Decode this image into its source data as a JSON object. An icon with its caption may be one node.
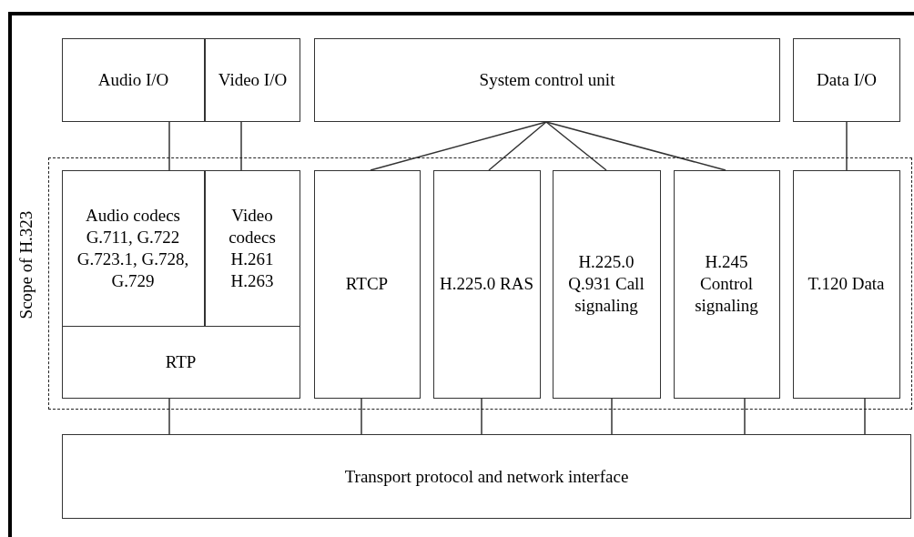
{
  "diagram": {
    "nodes": [
      {
        "text": [
          "Audio I/O"
        ]
      },
      {
        "text": [
          "Video I/O"
        ]
      },
      {
        "text": [
          "System control unit"
        ]
      },
      {
        "text": [
          "Data I/O"
        ]
      },
      {
        "text": [
          "Scope of H.323"
        ]
      },
      {
        "text": [
          "Audio codecs G.711, G.722 G.723.1, G.728, G.729"
        ],
        "in": 4
      },
      {
        "text": [
          "Video codecs H.261 H.263"
        ],
        "in": 4
      },
      {
        "text": [
          "RTP"
        ],
        "in": 4
      },
      {
        "text": [
          "RTCP"
        ],
        "in": 4
      },
      {
        "text": [
          "H.225.0 RAS"
        ],
        "in": 4
      },
      {
        "text": [
          "H.225.0 Q.931 Call signaling"
        ],
        "in": 4
      },
      {
        "text": [
          "H.245 Control signaling"
        ],
        "in": 4
      },
      {
        "text": [
          "T.120 Data"
        ],
        "in": 4
      },
      {
        "text": [
          "Transport protocol and network interface"
        ]
      }
    ],
    "edges": [
      {
        "from": 0,
        "to": 5,
        "arrow": "none"
      },
      {
        "from": 1,
        "to": 6,
        "arrow": "none"
      },
      {
        "from": 2,
        "to": 8,
        "arrow": "none"
      },
      {
        "from": 2,
        "to": 9,
        "arrow": "none"
      },
      {
        "from": 2,
        "to": 10,
        "arrow": "none"
      },
      {
        "from": 2,
        "to": 11,
        "arrow": "none"
      },
      {
        "from": 3,
        "to": 12,
        "arrow": "none"
      },
      {
        "from": 7,
        "to": 13,
        "arrow": "none"
      },
      {
        "from": 8,
        "to": 13,
        "arrow": "none"
      },
      {
        "from": 9,
        "to": 13,
        "arrow": "none"
      },
      {
        "from": 10,
        "to": 13,
        "arrow": "none"
      },
      {
        "from": 11,
        "to": 13,
        "arrow": "none"
      },
      {
        "from": 12,
        "to": 13,
        "arrow": "none"
      }
    ]
  }
}
